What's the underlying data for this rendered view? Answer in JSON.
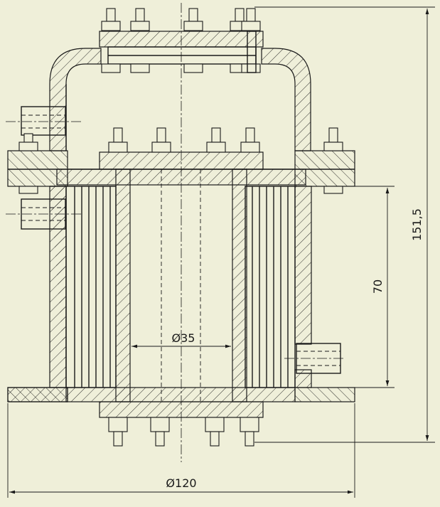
{
  "drawing": {
    "background_color": "#efefd9",
    "line_color": "#1a1a1a"
  },
  "dimensions": {
    "outer_diameter": "Ø120",
    "inner_diameter": "Ø35",
    "height_total": "151,5",
    "height_inner": "70"
  }
}
